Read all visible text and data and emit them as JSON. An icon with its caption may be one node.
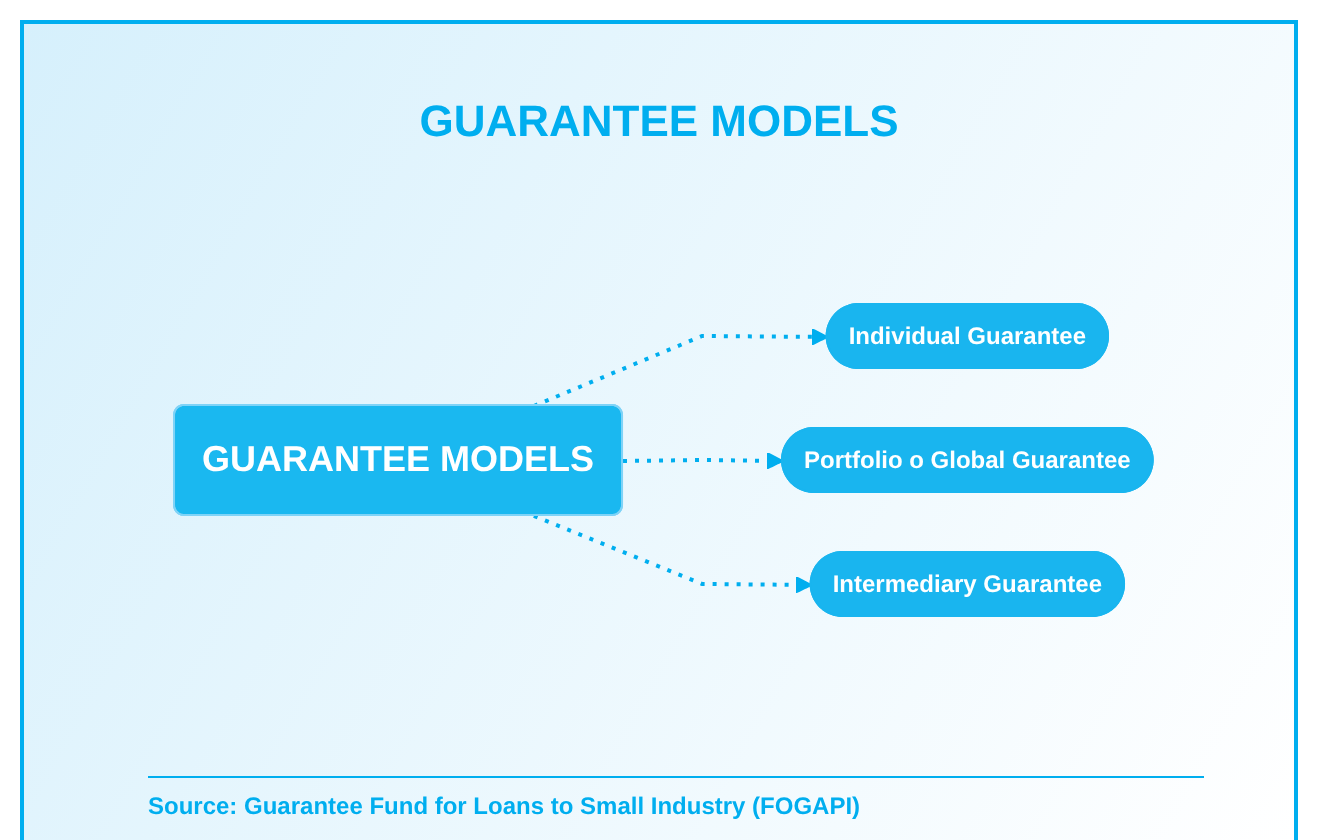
{
  "diagram": {
    "title": "GUARANTEE MODELS",
    "caption": "Source: Guarantee Fund for Loans to Small Industry (FOGAPI)",
    "nodes": [
      {
        "text": [
          "GUARANTEE MODELS"
        ]
      },
      {
        "text": [
          "Individual Guarantee"
        ]
      },
      {
        "text": [
          "Portfolio o Global Guarantee"
        ]
      },
      {
        "text": [
          "Intermediary Guarantee"
        ]
      }
    ],
    "edges": [
      {
        "from": 0,
        "to": 1,
        "arrow": "to",
        "style": "dashed"
      },
      {
        "from": 0,
        "to": 2,
        "arrow": "to",
        "style": "dashed"
      },
      {
        "from": 0,
        "to": 3,
        "arrow": "to",
        "style": "dashed"
      }
    ]
  }
}
